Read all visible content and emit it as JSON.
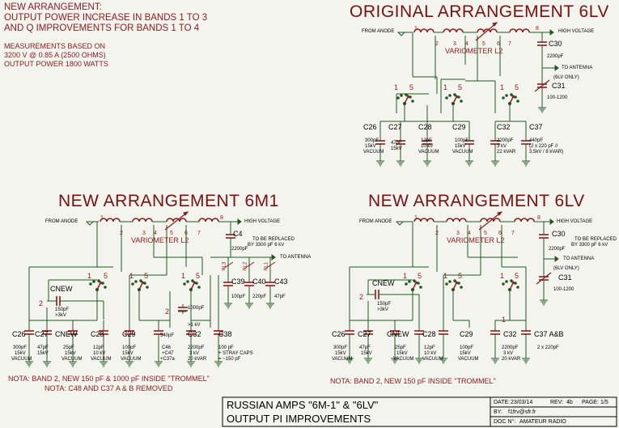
{
  "intro": {
    "line1": "NEW ARRANGEMENT:",
    "line2": "OUTPUT POWER INCREASE IN BANDS 1 TO 3",
    "line3": "AND Q IMPROVEMENTS FOR BANDS 1 TO 4",
    "meas1": "MEASUREMENTS BASED ON",
    "meas2": "3200 V @ 0.85 A (2500 OHMS)",
    "meas3": "OUTPUT POWER 1800 WATTS"
  },
  "orig": {
    "title": "ORIGINAL ARRANGEMENT 6LV",
    "from_anode": "FROM ANODE",
    "high_voltage": "HIGH VOLTAGE",
    "variometer": "VARIOMETER L2",
    "c30": "C30",
    "c30_val": "2200pF",
    "to_antenna": "TO ANTENNA",
    "only": "(6LV ONLY)",
    "c31": "C31",
    "c31_val": "100-1200",
    "caps": [
      {
        "name": "C26",
        "v1": "300pF",
        "v2": "15kV",
        "v3": "VACUUM"
      },
      {
        "name": "C27",
        "v1": "47pF",
        "v2": "15kV",
        "v3": ""
      },
      {
        "name": "C28",
        "v1": "12pF",
        "v2": "10 kV",
        "v3": "VACUUM"
      },
      {
        "name": "C29",
        "v1": "100pF",
        "v2": "15kV",
        "v3": "VACUUM"
      },
      {
        "name": "C32",
        "v1": "2200pF",
        "v2": "3 kV",
        "v3": "22 kVAR"
      },
      {
        "name": "C37",
        "v1": "440pF",
        "v2": "(2 x 220 pF //",
        "v3": "3.5kV / 8 kVAR)"
      }
    ]
  },
  "m1": {
    "title": "NEW ARRANGEMENT 6M1",
    "from_anode": "FROM ANODE",
    "high_voltage": "HIGH VOLTAGE",
    "variometer": "VARIOMETER L2",
    "c4": "C4",
    "c4_val": "2200pF",
    "replace1": "TO BE REPLACED",
    "replace2": "BY 3300 pF 6 kV",
    "to_antenna": "TO ANTENNA",
    "cnew": "CNEW",
    "cnew_v1": "150pF",
    "cnew_v2": ">3kV",
    "rl3": "RL3",
    "rl2": "RL2",
    "rl1": "RL1",
    "c39": "C39",
    "c39_val": "100pF",
    "c40": "C40",
    "c40_val": "220pF",
    "c43": "C43",
    "c43_val": "47pF",
    "cx_v1": "1000pF",
    "cx_v2": ">1 kV",
    "caps": [
      {
        "name": "C26",
        "v1": "300pF",
        "v2": "15kV",
        "v3": "VACUUM"
      },
      {
        "name": "C27",
        "v1": "47pF",
        "v2": "15kV",
        "v3": ""
      },
      {
        "name": "CNEW",
        "v1": "25pF",
        "v2": "15kV",
        "v3": "VACUUM"
      },
      {
        "name": "C28",
        "v1": "12pF",
        "v2": "10 kV",
        "v3": "VACUUM"
      },
      {
        "name": "C29",
        "v1": "100pF",
        "v2": "15kV",
        "v3": "VACUUM"
      },
      {
        "name": "C32",
        "v1": "2200pF",
        "v2": "3 kV",
        "v3": "20 kVAR"
      },
      {
        "name": "C38",
        "v1": "100 pF",
        "v2": "+ STRAY CAPS",
        "v3": "= ~150 pF"
      }
    ],
    "c540": "540pF",
    "c46a": "C46",
    "c46b": "+C47",
    "c46c": "+C37a",
    "note1": "NOTA: BAND 2, NEW 150 pF & 1000 pF INSIDE \"TROMMEL\"",
    "note2": "NOTA: C48 AND C37 A & B REMOVED"
  },
  "nlv": {
    "title": "NEW ARRANGEMENT 6LV",
    "from_anode": "FROM ANODE",
    "high_voltage": "HIGH VOLTAGE",
    "variometer": "VARIOMETER L2",
    "c30": "C30",
    "c30_val": "2200pF",
    "replace1": "TO BE REPLACED",
    "replace2": "BY 3300 pF 6 kV",
    "to_antenna": "TO ANTENNA",
    "only": "(6LV ONLY)",
    "c31": "C31",
    "c31_val": "100-1200",
    "cnew": "CNEW",
    "cnew_v1": "150pF",
    "cnew_v2": ">3kV",
    "caps": [
      {
        "name": "C26",
        "v1": "300pF",
        "v2": "15kV",
        "v3": "VACUUM"
      },
      {
        "name": "C27",
        "v1": "47pF",
        "v2": "15kV",
        "v3": ""
      },
      {
        "name": "CNEW",
        "v1": "25pF",
        "v2": "15kV",
        "v3": "VACUUM"
      },
      {
        "name": "C28",
        "v1": "12pF",
        "v2": "10 kV",
        "v3": "VACUUM"
      },
      {
        "name": "C29",
        "v1": "100pF",
        "v2": "15kV",
        "v3": "VACUUM"
      },
      {
        "name": "C32",
        "v1": "2200pF",
        "v2": "3 kV",
        "v3": "20 kVAR"
      },
      {
        "name": "C37 A&B",
        "v1": "2 x 220pF",
        "v2": "",
        "v3": ""
      }
    ],
    "note": "NOTA: BAND 2, NEW 150 pF INSIDE \"TROMMEL\""
  },
  "titleblock": {
    "title1": "RUSSIAN AMPS \"6M-1\" & \"6LV\"",
    "title2": "OUTPUT PI IMPROVEMENTS",
    "date_label": "DATE:",
    "date": "23/03/14",
    "rev_label": "REV:",
    "rev": "4b",
    "page_label": "PAGE:",
    "page": "1/5",
    "by_label": "BY:",
    "by": "f1frv@sfr.fr",
    "doc_label": "DOC N°:",
    "doc": "AMATEUR RADIO"
  },
  "colors": {
    "wire": "#1f5a1f",
    "component": "#8b1a1a",
    "text": "#000000",
    "title": "#7a0f0f",
    "background": "#f4f4ef"
  }
}
